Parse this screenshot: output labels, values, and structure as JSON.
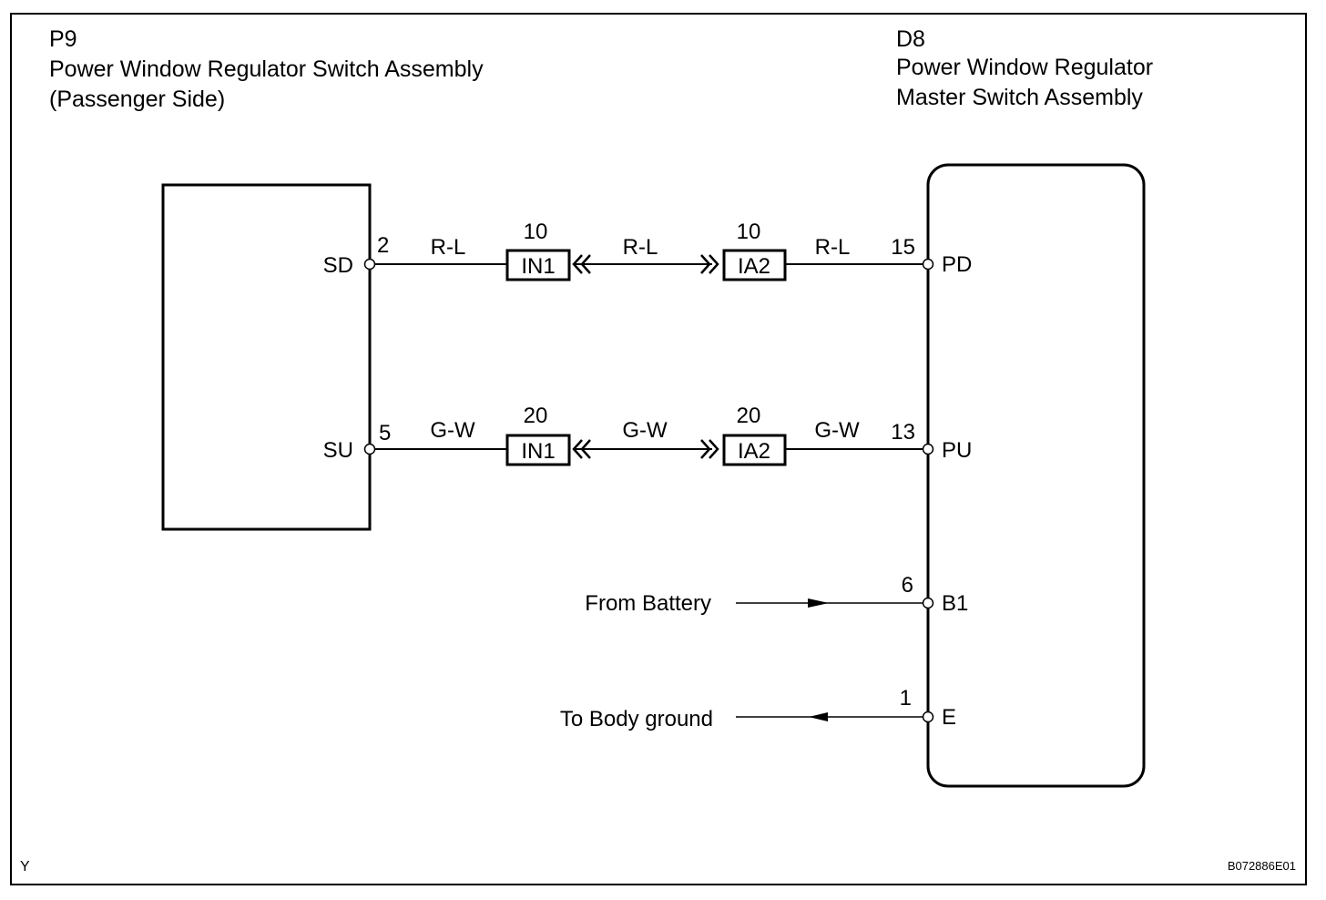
{
  "diagram": {
    "left_component": {
      "code": "P9",
      "name_line1": "Power Window Regulator Switch Assembly",
      "name_line2": "(Passenger Side)"
    },
    "right_component": {
      "code": "D8",
      "name_line1": "Power Window Regulator",
      "name_line2": "Master Switch Assembly"
    },
    "circuits": [
      {
        "left_terminal": "SD",
        "left_pin": "2",
        "wire_color_left": "R-L",
        "connector_left": "IN1",
        "connector_left_pin": "10",
        "wire_color_middle": "R-L",
        "connector_right": "IA2",
        "connector_right_pin": "10",
        "wire_color_right": "R-L",
        "right_pin": "15",
        "right_terminal": "PD"
      },
      {
        "left_terminal": "SU",
        "left_pin": "5",
        "wire_color_left": "G-W",
        "connector_left": "IN1",
        "connector_left_pin": "20",
        "wire_color_middle": "G-W",
        "connector_right": "IA2",
        "connector_right_pin": "20",
        "wire_color_right": "G-W",
        "right_pin": "13",
        "right_terminal": "PU"
      }
    ],
    "power": {
      "label": "From Battery",
      "pin": "6",
      "terminal": "B1"
    },
    "ground": {
      "label": "To Body ground",
      "pin": "1",
      "terminal": "E"
    },
    "corner_mark": "Y",
    "figure_id": "B072886E01"
  }
}
